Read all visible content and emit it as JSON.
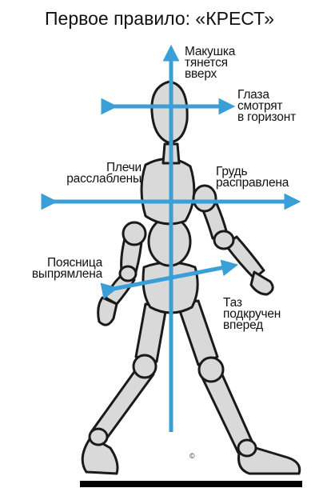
{
  "title": "Первое правило: «КРЕСТ»",
  "labels": {
    "crown": "Макушка\nтянется\nвверх",
    "eyes": "Глаза\nсмотрят\nв горизонт",
    "shoulders": "Плечи\nрасслаблены",
    "chest": "Грудь\nрасправлена",
    "lower_back": "Поясница\nвыпрямлена",
    "pelvis": "Таз\nподкручен\nвперед"
  },
  "mark": "©",
  "colors": {
    "arrow": "#3a9fd6",
    "figure_fill": "#d9d9d9",
    "figure_stroke": "#1a1a1a",
    "floor": "#000000"
  }
}
